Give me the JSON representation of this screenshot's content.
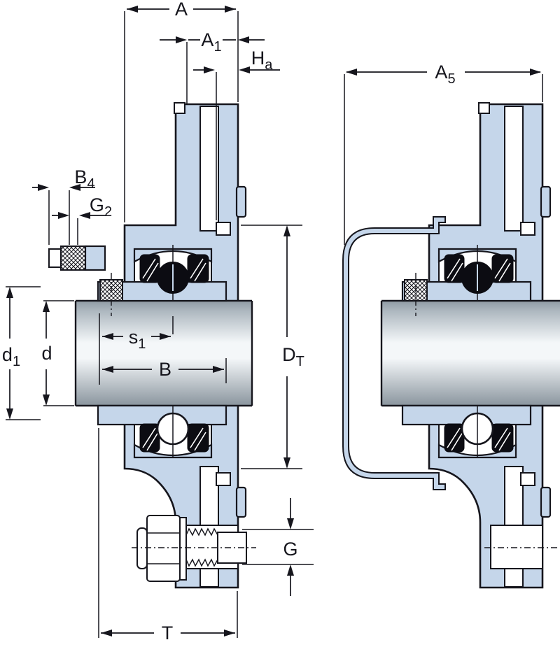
{
  "drawing": {
    "title_hidden": "",
    "labels": {
      "A": {
        "main": "A",
        "sub": ""
      },
      "A1": {
        "main": "A",
        "sub": "1"
      },
      "Ha": {
        "main": "H",
        "sub": "a"
      },
      "A5": {
        "main": "A",
        "sub": "5"
      },
      "B4": {
        "main": "B",
        "sub": "4"
      },
      "G2": {
        "main": "G",
        "sub": "2"
      },
      "d1": {
        "main": "d",
        "sub": "1"
      },
      "d": {
        "main": "d",
        "sub": ""
      },
      "s1": {
        "main": "s",
        "sub": "1"
      },
      "B": {
        "main": "B",
        "sub": ""
      },
      "DT": {
        "main": "D",
        "sub": "T"
      },
      "G": {
        "main": "G",
        "sub": ""
      },
      "T": {
        "main": "T",
        "sub": ""
      }
    },
    "colors": {
      "housing_fill": "#c5d6ea",
      "outline": "#16161d",
      "background": "#ffffff",
      "shaft_light": "#f4f7f9",
      "shaft_dark": "#8f9aa3",
      "seal_black": "#0c0c12"
    }
  }
}
